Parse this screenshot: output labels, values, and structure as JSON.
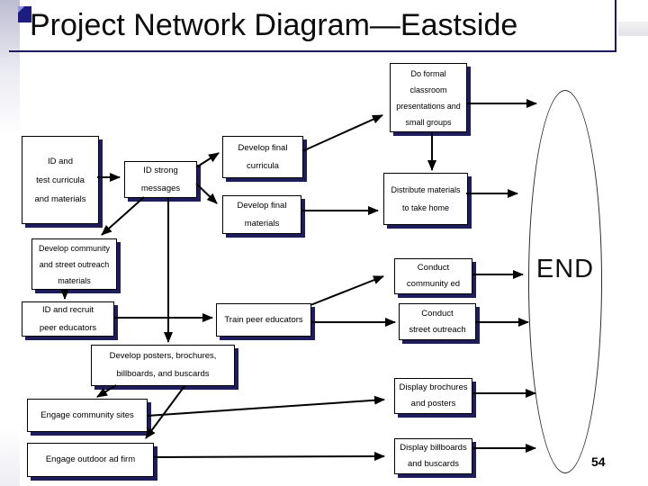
{
  "header": {
    "title": "Project Network Diagram—Eastside"
  },
  "footer": {
    "page_number": "54"
  },
  "diagram": {
    "end_label": "END",
    "colors": {
      "accent_navy": "#1e1e5c",
      "box_fill": "#ffffff",
      "box_border": "#000000",
      "connector": "#000000"
    },
    "nodes": [
      {
        "id": "do-formal",
        "lines": [
          "Do formal",
          "classroom",
          "presentations and",
          "small groups"
        ]
      },
      {
        "id": "develop-final-curricula",
        "lines": [
          "Develop final",
          "curricula"
        ]
      },
      {
        "id": "id-test",
        "lines": [
          "ID and",
          "test curricula",
          "and materials"
        ]
      },
      {
        "id": "id-strong",
        "lines": [
          "ID strong",
          "messages"
        ]
      },
      {
        "id": "distribute",
        "lines": [
          "Distribute materials",
          "to take home"
        ]
      },
      {
        "id": "develop-final-materials",
        "lines": [
          "Develop final",
          "materials"
        ]
      },
      {
        "id": "develop-community",
        "lines": [
          "Develop community",
          "and street outreach",
          "materials"
        ]
      },
      {
        "id": "conduct-community",
        "lines": [
          "Conduct",
          "community ed"
        ]
      },
      {
        "id": "id-recruit",
        "lines": [
          "ID and recruit",
          "peer educators"
        ]
      },
      {
        "id": "train-peer",
        "lines": [
          "Train peer educators"
        ]
      },
      {
        "id": "conduct-street",
        "lines": [
          "Conduct",
          "street outreach"
        ]
      },
      {
        "id": "develop-posters",
        "lines": [
          "Develop posters, brochures,",
          "billboards, and buscards"
        ]
      },
      {
        "id": "display-brochures",
        "lines": [
          "Display brochures",
          "and posters"
        ]
      },
      {
        "id": "engage-community",
        "lines": [
          "Engage community sites"
        ]
      },
      {
        "id": "display-billboards",
        "lines": [
          "Display billboards",
          "and buscards"
        ]
      },
      {
        "id": "engage-outdoor",
        "lines": [
          "Engage outdoor ad firm"
        ]
      }
    ],
    "edges": [
      {
        "from": "id-test",
        "to": "id-strong"
      },
      {
        "from": "id-strong",
        "to": "develop-final-curricula"
      },
      {
        "from": "id-strong",
        "to": "develop-final-materials"
      },
      {
        "from": "id-strong",
        "to": "develop-community"
      },
      {
        "from": "id-strong",
        "to": "develop-posters"
      },
      {
        "from": "develop-final-curricula",
        "to": "do-formal"
      },
      {
        "from": "do-formal",
        "to": "end"
      },
      {
        "from": "do-formal",
        "to": "distribute"
      },
      {
        "from": "develop-final-materials",
        "to": "distribute"
      },
      {
        "from": "distribute",
        "to": "end"
      },
      {
        "from": "develop-community",
        "to": "id-recruit"
      },
      {
        "from": "id-recruit",
        "to": "train-peer"
      },
      {
        "from": "train-peer",
        "to": "conduct-community"
      },
      {
        "from": "train-peer",
        "to": "conduct-street"
      },
      {
        "from": "conduct-community",
        "to": "end"
      },
      {
        "from": "conduct-street",
        "to": "end"
      },
      {
        "from": "develop-posters",
        "to": "engage-community"
      },
      {
        "from": "develop-posters",
        "to": "engage-outdoor"
      },
      {
        "from": "engage-community",
        "to": "display-brochures"
      },
      {
        "from": "engage-outdoor",
        "to": "display-billboards"
      },
      {
        "from": "display-brochures",
        "to": "end"
      },
      {
        "from": "display-billboards",
        "to": "end"
      }
    ]
  }
}
